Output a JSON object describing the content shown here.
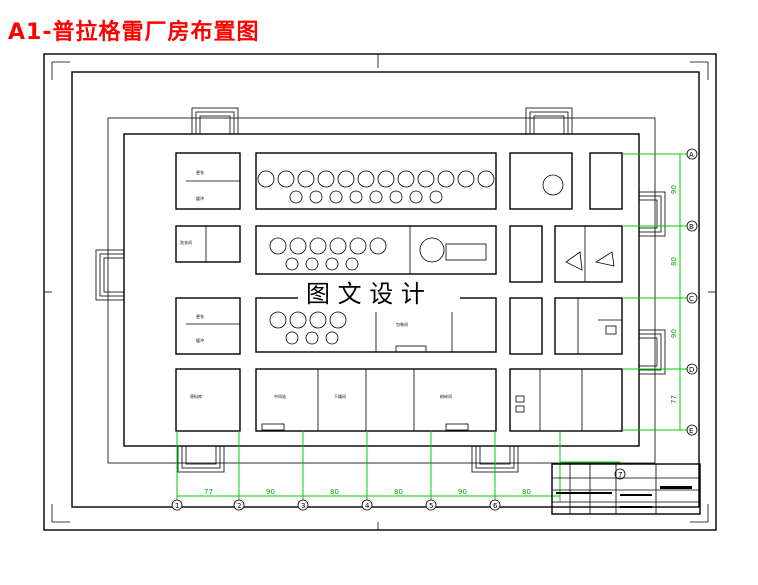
{
  "title": "A1-普拉格雷厂房布置图",
  "watermark": "图 文 设 计",
  "room_labels": {
    "r1a": "更衣",
    "r1b": "缓冲",
    "r2a": "洗衣间",
    "r3a": "更衣",
    "r3b": "缓冲",
    "r4a": "原料库",
    "r5": "包装间",
    "r6": "中间站",
    "r7": "干燥间",
    "r8": "粉碎间"
  },
  "dims_vertical": [
    "90",
    "80",
    "90",
    "77"
  ],
  "dims_horizontal": [
    "77",
    "90",
    "80",
    "80",
    "90",
    "80"
  ],
  "axes_rows": [
    "A",
    "B",
    "C",
    "D",
    "E"
  ],
  "axes_cols": [
    "1",
    "2",
    "3",
    "4",
    "5",
    "6",
    "7"
  ],
  "colors": {
    "title": "#ff0000",
    "dimension": "#00cc00",
    "line": "#000000"
  }
}
